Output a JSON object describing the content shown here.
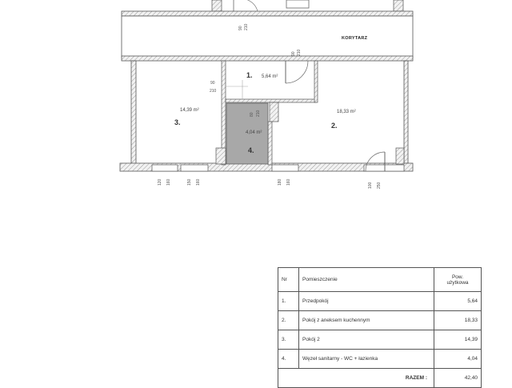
{
  "plan": {
    "corridor_label": "KORYTARZ",
    "rooms": [
      {
        "nr": "1.",
        "area": "5,64 m²"
      },
      {
        "nr": "2.",
        "area": "18,33 m²"
      },
      {
        "nr": "3.",
        "area": "14,39 m²"
      },
      {
        "nr": "4.",
        "area": "4,04 m²"
      }
    ],
    "door_dims": {
      "corridor_top": [
        "90",
        "210"
      ],
      "corridor_mid": [
        "90",
        "210"
      ],
      "room3_door": [
        "90",
        "210"
      ],
      "room4_door": [
        "80",
        "210"
      ]
    },
    "window_dims": [
      [
        "120",
        "160"
      ],
      [
        "150",
        "160"
      ],
      [
        "180",
        "160"
      ],
      [
        "100",
        "250"
      ]
    ],
    "colors": {
      "wall": "#555555",
      "hatch": "#999999",
      "bathroom_fill": "#a8a8a8"
    }
  },
  "table": {
    "headers": {
      "nr": "Nr",
      "name": "Pomieszczenie",
      "area_line1": "Pow.",
      "area_line2": "użytkowa"
    },
    "rows": [
      {
        "nr": "1.",
        "name": "Przedpokój",
        "area": "5,64"
      },
      {
        "nr": "2.",
        "name": "Pokój z aneksem kuchennym",
        "area": "18,33"
      },
      {
        "nr": "3.",
        "name": "Pokój 2",
        "area": "14,39"
      },
      {
        "nr": "4.",
        "name": "Węzeł sanitarny - WC + łazienka",
        "area": "4,04"
      }
    ],
    "total_label": "RAZEM :",
    "total_value": "42,40"
  }
}
